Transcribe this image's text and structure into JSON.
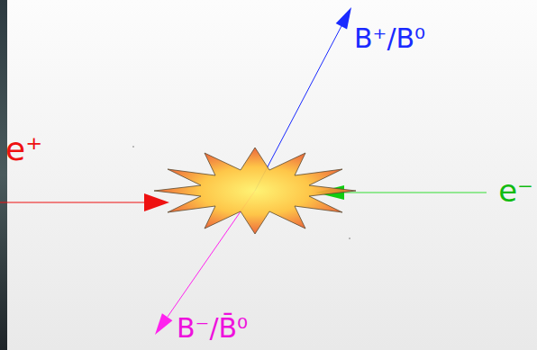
{
  "diagram": {
    "labels": [
      "e⁺",
      "e⁻",
      "B⁺/B⁰",
      "B⁻/B̄⁰"
    ]
  }
}
